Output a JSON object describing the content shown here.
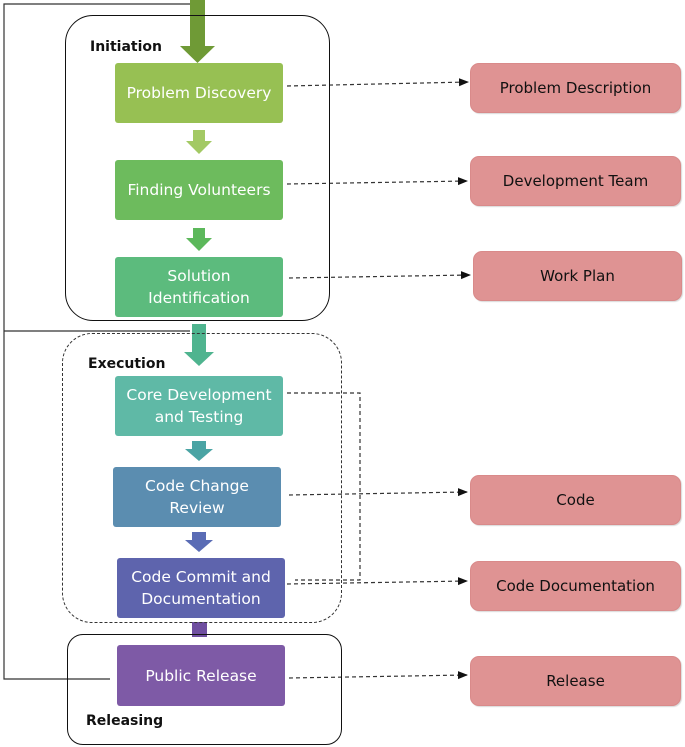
{
  "phases": {
    "initiation": "Initiation",
    "execution": "Execution",
    "releasing": "Releasing"
  },
  "steps": [
    {
      "label": "Problem Discovery",
      "color": "#97c053"
    },
    {
      "label": "Finding Volunteers",
      "color": "#6dbb5d"
    },
    {
      "label": "Solution\nIdentification",
      "color": "#5cbb7d"
    },
    {
      "label": "Core Development\nand Testing",
      "color": "#5fb9a6"
    },
    {
      "label": "Code Change\nReview",
      "color": "#5b8db0"
    },
    {
      "label": "Code Commit and\nDocumentation",
      "color": "#5e64ad"
    },
    {
      "label": "Public Release",
      "color": "#7e5aa6"
    }
  ],
  "artifacts": [
    "Problem Description",
    "Development Team",
    "Work Plan",
    "Code",
    "Code Documentation",
    "Release"
  ],
  "colors": {
    "artifact_fill": "#df9393",
    "entry_arrow": "#6f9a36",
    "connector_line": "#333333"
  }
}
